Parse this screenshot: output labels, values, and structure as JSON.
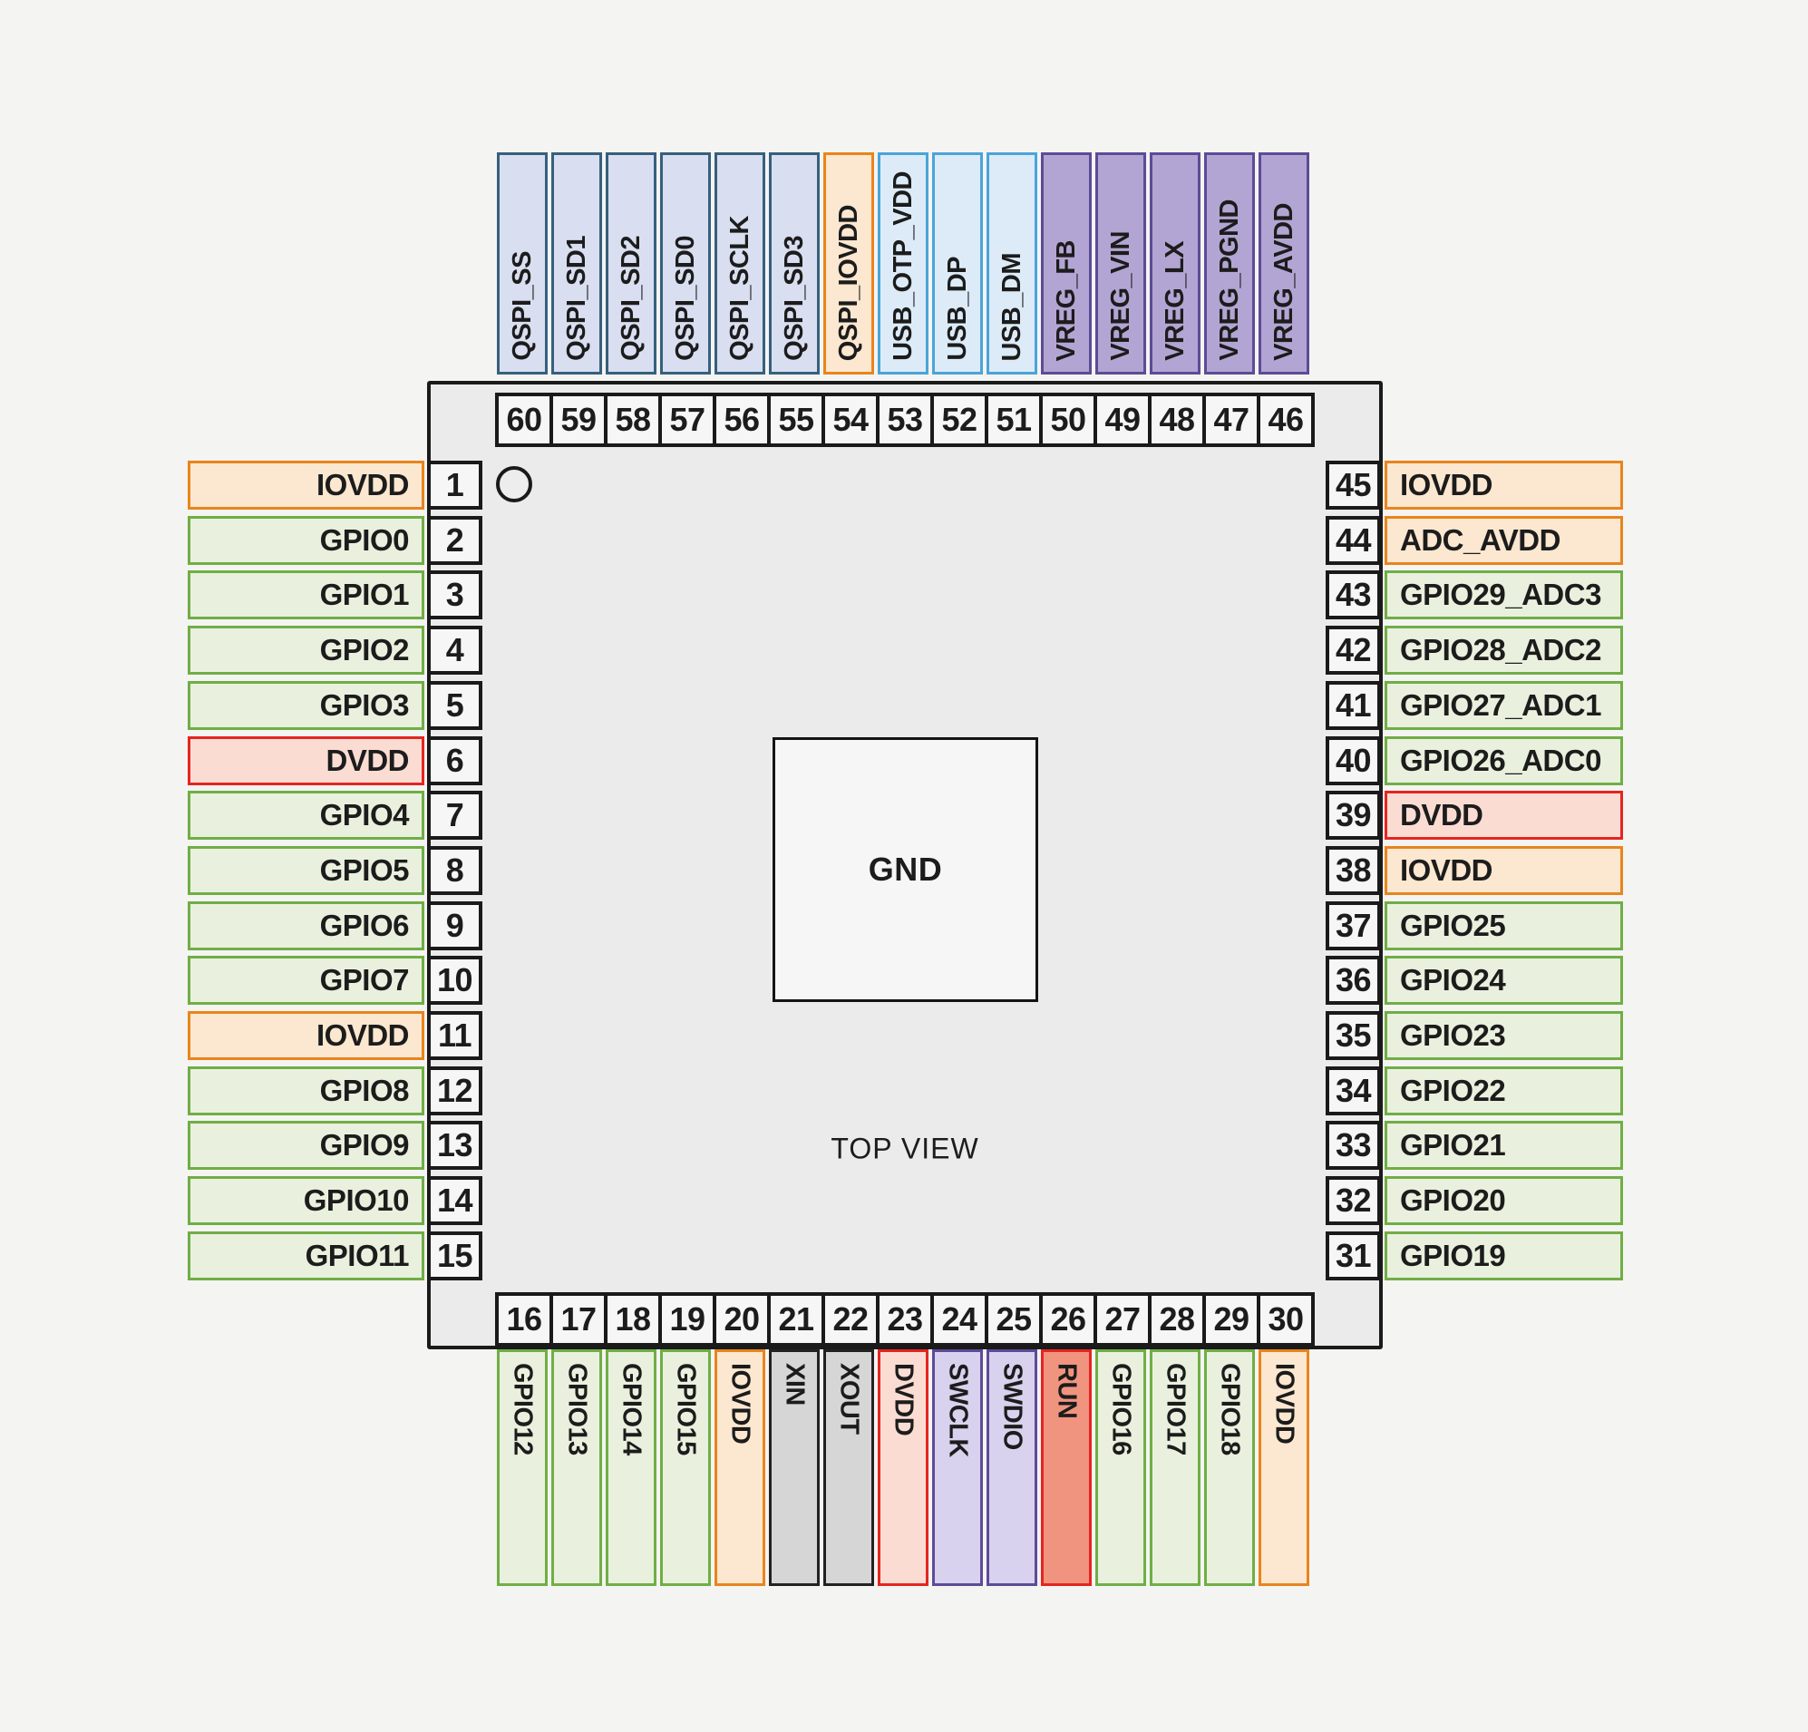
{
  "diagram": {
    "center_pad_label": "GND",
    "view_label": "TOP VIEW"
  },
  "legend_colors": {
    "gpio": {
      "fill": "#e9f1de",
      "border": "#70ae45"
    },
    "iovdd": {
      "fill": "#fce7d0",
      "border": "#e8851c"
    },
    "dvdd": {
      "fill": "#fbdcd3",
      "border": "#e52520"
    },
    "qspi": {
      "fill": "#d9def1",
      "border": "#36607d"
    },
    "usb": {
      "fill": "#dcebf7",
      "border": "#4aa4d9"
    },
    "vreg": {
      "fill": "#b3a5d3",
      "border": "#5d4b97"
    },
    "xtal": {
      "fill": "#d6d6d6",
      "border": "#222222"
    },
    "swd": {
      "fill": "#d8d2ee",
      "border": "#5d4b97"
    },
    "run": {
      "fill": "#f0947f",
      "border": "#e52520"
    }
  },
  "pins": {
    "left": [
      {
        "number": "1",
        "label": "IOVDD",
        "type": "iovdd"
      },
      {
        "number": "2",
        "label": "GPIO0",
        "type": "gpio"
      },
      {
        "number": "3",
        "label": "GPIO1",
        "type": "gpio"
      },
      {
        "number": "4",
        "label": "GPIO2",
        "type": "gpio"
      },
      {
        "number": "5",
        "label": "GPIO3",
        "type": "gpio"
      },
      {
        "number": "6",
        "label": "DVDD",
        "type": "dvdd"
      },
      {
        "number": "7",
        "label": "GPIO4",
        "type": "gpio"
      },
      {
        "number": "8",
        "label": "GPIO5",
        "type": "gpio"
      },
      {
        "number": "9",
        "label": "GPIO6",
        "type": "gpio"
      },
      {
        "number": "10",
        "label": "GPIO7",
        "type": "gpio"
      },
      {
        "number": "11",
        "label": "IOVDD",
        "type": "iovdd"
      },
      {
        "number": "12",
        "label": "GPIO8",
        "type": "gpio"
      },
      {
        "number": "13",
        "label": "GPIO9",
        "type": "gpio"
      },
      {
        "number": "14",
        "label": "GPIO10",
        "type": "gpio"
      },
      {
        "number": "15",
        "label": "GPIO11",
        "type": "gpio"
      }
    ],
    "top": [
      {
        "number": "60",
        "label": "QSPI_SS",
        "type": "qspi"
      },
      {
        "number": "59",
        "label": "QSPI_SD1",
        "type": "qspi"
      },
      {
        "number": "58",
        "label": "QSPI_SD2",
        "type": "qspi"
      },
      {
        "number": "57",
        "label": "QSPI_SD0",
        "type": "qspi"
      },
      {
        "number": "56",
        "label": "QSPI_SCLK",
        "type": "qspi"
      },
      {
        "number": "55",
        "label": "QSPI_SD3",
        "type": "qspi"
      },
      {
        "number": "54",
        "label": "QSPI_IOVDD",
        "type": "iovdd"
      },
      {
        "number": "53",
        "label": "USB_OTP_VDD",
        "type": "usb"
      },
      {
        "number": "52",
        "label": "USB_DP",
        "type": "usb"
      },
      {
        "number": "51",
        "label": "USB_DM",
        "type": "usb"
      },
      {
        "number": "50",
        "label": "VREG_FB",
        "type": "vreg"
      },
      {
        "number": "49",
        "label": "VREG_VIN",
        "type": "vreg"
      },
      {
        "number": "48",
        "label": "VREG_LX",
        "type": "vreg"
      },
      {
        "number": "47",
        "label": "VREG_PGND",
        "type": "vreg"
      },
      {
        "number": "46",
        "label": "VREG_AVDD",
        "type": "vreg"
      }
    ],
    "right": [
      {
        "number": "45",
        "label": "IOVDD",
        "type": "iovdd"
      },
      {
        "number": "44",
        "label": "ADC_AVDD",
        "type": "iovdd"
      },
      {
        "number": "43",
        "label": "GPIO29_ADC3",
        "type": "gpio"
      },
      {
        "number": "42",
        "label": "GPIO28_ADC2",
        "type": "gpio"
      },
      {
        "number": "41",
        "label": "GPIO27_ADC1",
        "type": "gpio"
      },
      {
        "number": "40",
        "label": "GPIO26_ADC0",
        "type": "gpio"
      },
      {
        "number": "39",
        "label": "DVDD",
        "type": "dvdd"
      },
      {
        "number": "38",
        "label": "IOVDD",
        "type": "iovdd"
      },
      {
        "number": "37",
        "label": "GPIO25",
        "type": "gpio"
      },
      {
        "number": "36",
        "label": "GPIO24",
        "type": "gpio"
      },
      {
        "number": "35",
        "label": "GPIO23",
        "type": "gpio"
      },
      {
        "number": "34",
        "label": "GPIO22",
        "type": "gpio"
      },
      {
        "number": "33",
        "label": "GPIO21",
        "type": "gpio"
      },
      {
        "number": "32",
        "label": "GPIO20",
        "type": "gpio"
      },
      {
        "number": "31",
        "label": "GPIO19",
        "type": "gpio"
      }
    ],
    "bottom": [
      {
        "number": "16",
        "label": "GPIO12",
        "type": "gpio"
      },
      {
        "number": "17",
        "label": "GPIO13",
        "type": "gpio"
      },
      {
        "number": "18",
        "label": "GPIO14",
        "type": "gpio"
      },
      {
        "number": "19",
        "label": "GPIO15",
        "type": "gpio"
      },
      {
        "number": "20",
        "label": "IOVDD",
        "type": "iovdd"
      },
      {
        "number": "21",
        "label": "XIN",
        "type": "xtal"
      },
      {
        "number": "22",
        "label": "XOUT",
        "type": "xtal"
      },
      {
        "number": "23",
        "label": "DVDD",
        "type": "dvdd"
      },
      {
        "number": "24",
        "label": "SWCLK",
        "type": "swd"
      },
      {
        "number": "25",
        "label": "SWDIO",
        "type": "swd"
      },
      {
        "number": "26",
        "label": "RUN",
        "type": "run"
      },
      {
        "number": "27",
        "label": "GPIO16",
        "type": "gpio"
      },
      {
        "number": "28",
        "label": "GPIO17",
        "type": "gpio"
      },
      {
        "number": "29",
        "label": "GPIO18",
        "type": "gpio"
      },
      {
        "number": "30",
        "label": "IOVDD",
        "type": "iovdd"
      }
    ]
  }
}
